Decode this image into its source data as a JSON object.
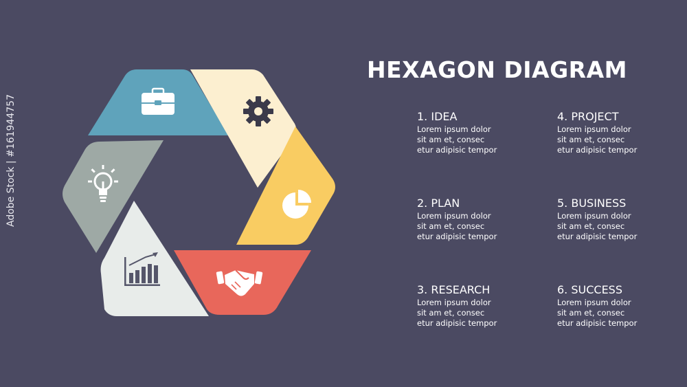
{
  "title": "HEXAGON DIAGRAM",
  "segments": [
    {
      "color": "#5fa3bb",
      "icon": "briefcase-icon"
    },
    {
      "color": "#fcefd0",
      "icon": "gear-icon"
    },
    {
      "color": "#f9cc62",
      "icon": "pie-chart-icon"
    },
    {
      "color": "#e8675b",
      "icon": "handshake-icon"
    },
    {
      "color": "#e8ecea",
      "icon": "bar-chart-icon"
    },
    {
      "color": "#9ea9a5",
      "icon": "lightbulb-icon"
    }
  ],
  "items": [
    {
      "heading": "1. IDEA",
      "lines": [
        "Lorem ipsum dolor",
        "sit am et, consec",
        "etur adipisic tempor"
      ]
    },
    {
      "heading": "2. PLAN",
      "lines": [
        "Lorem ipsum dolor",
        "sit am et, consec",
        "etur adipisic tempor"
      ]
    },
    {
      "heading": "3. RESEARCH",
      "lines": [
        "Lorem ipsum dolor",
        "sit am et, consec",
        "etur adipisic tempor"
      ]
    },
    {
      "heading": "4. PROJECT",
      "lines": [
        "Lorem ipsum dolor",
        "sit am et, consec",
        "etur adipisic tempor"
      ]
    },
    {
      "heading": "5. BUSINESS",
      "lines": [
        "Lorem ipsum dolor",
        "sit am et, consec",
        "etur adipisic tempor"
      ]
    },
    {
      "heading": "6. SUCCESS",
      "lines": [
        "Lorem ipsum dolor",
        "sit am et, consec",
        "etur adipisic tempor"
      ]
    }
  ],
  "stock_id": "Adobe Stock | #161944757",
  "colors": {
    "background": "#4b4a62",
    "text": "#ffffff"
  }
}
